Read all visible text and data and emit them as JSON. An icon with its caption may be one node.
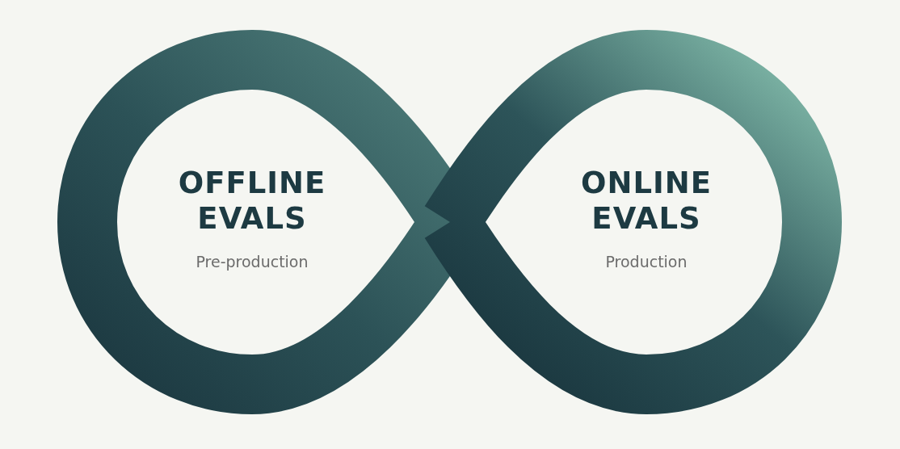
{
  "diagram": {
    "nodes": [
      {
        "text": [
          "OFFLINE EVALS",
          "Pre-production"
        ]
      },
      {
        "text": [
          "ONLINE EVALS",
          "Production"
        ]
      }
    ]
  }
}
